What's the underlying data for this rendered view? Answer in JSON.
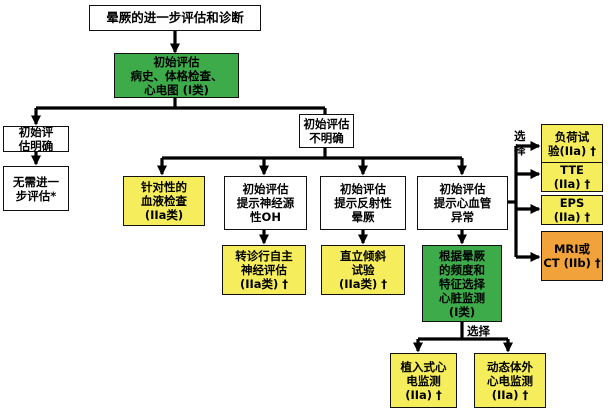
{
  "title": [
    "晕厥的进一步评估和诊断"
  ],
  "initial_eval": [
    "初始评估",
    "病史、体格检查、",
    "心电图 (I类)"
  ],
  "clear_branch": {
    "header": [
      "初始评",
      "估明确"
    ],
    "result": [
      "无需进一",
      "步评估*"
    ]
  },
  "unclear_branch": {
    "header": [
      "初始评估",
      "不明确"
    ],
    "targeted_blood": [
      "针对性的",
      "血液检查",
      "(IIa类)"
    ],
    "neuro_oh": {
      "condition": [
        "初始评估",
        "提示神经源",
        "性OH"
      ],
      "action": [
        "转诊行自主",
        "神经评估",
        "(IIa类) †"
      ]
    },
    "reflex": {
      "condition": [
        "初始评估",
        "提示反射性",
        "晕厥"
      ],
      "action": [
        "直立倾斜",
        "试验",
        "(IIa类) †"
      ]
    },
    "cardiac": {
      "condition": [
        "初始评估",
        "提示心血管",
        "异常"
      ],
      "monitoring": [
        "根据晕厥",
        "的频度和",
        "特征选择",
        "心脏监测",
        "(I类)"
      ],
      "select_label": "选择",
      "monitors": [
        [
          "植入式心",
          "电监测",
          "(IIa) †"
        ],
        [
          "动态体外",
          "心电监测",
          "(IIa) †"
        ]
      ]
    }
  },
  "right_select_label": "选择",
  "right_tests": [
    {
      "lines": [
        "负荷试",
        "验(IIa) †"
      ],
      "color": "yellow"
    },
    {
      "lines": [
        "TTE",
        "(IIa) †"
      ],
      "color": "yellow"
    },
    {
      "lines": [
        "EPS",
        "(IIa) †"
      ],
      "color": "yellow"
    },
    {
      "lines": [
        "MRI或",
        "CT (IIb) †"
      ],
      "color": "orange"
    }
  ]
}
